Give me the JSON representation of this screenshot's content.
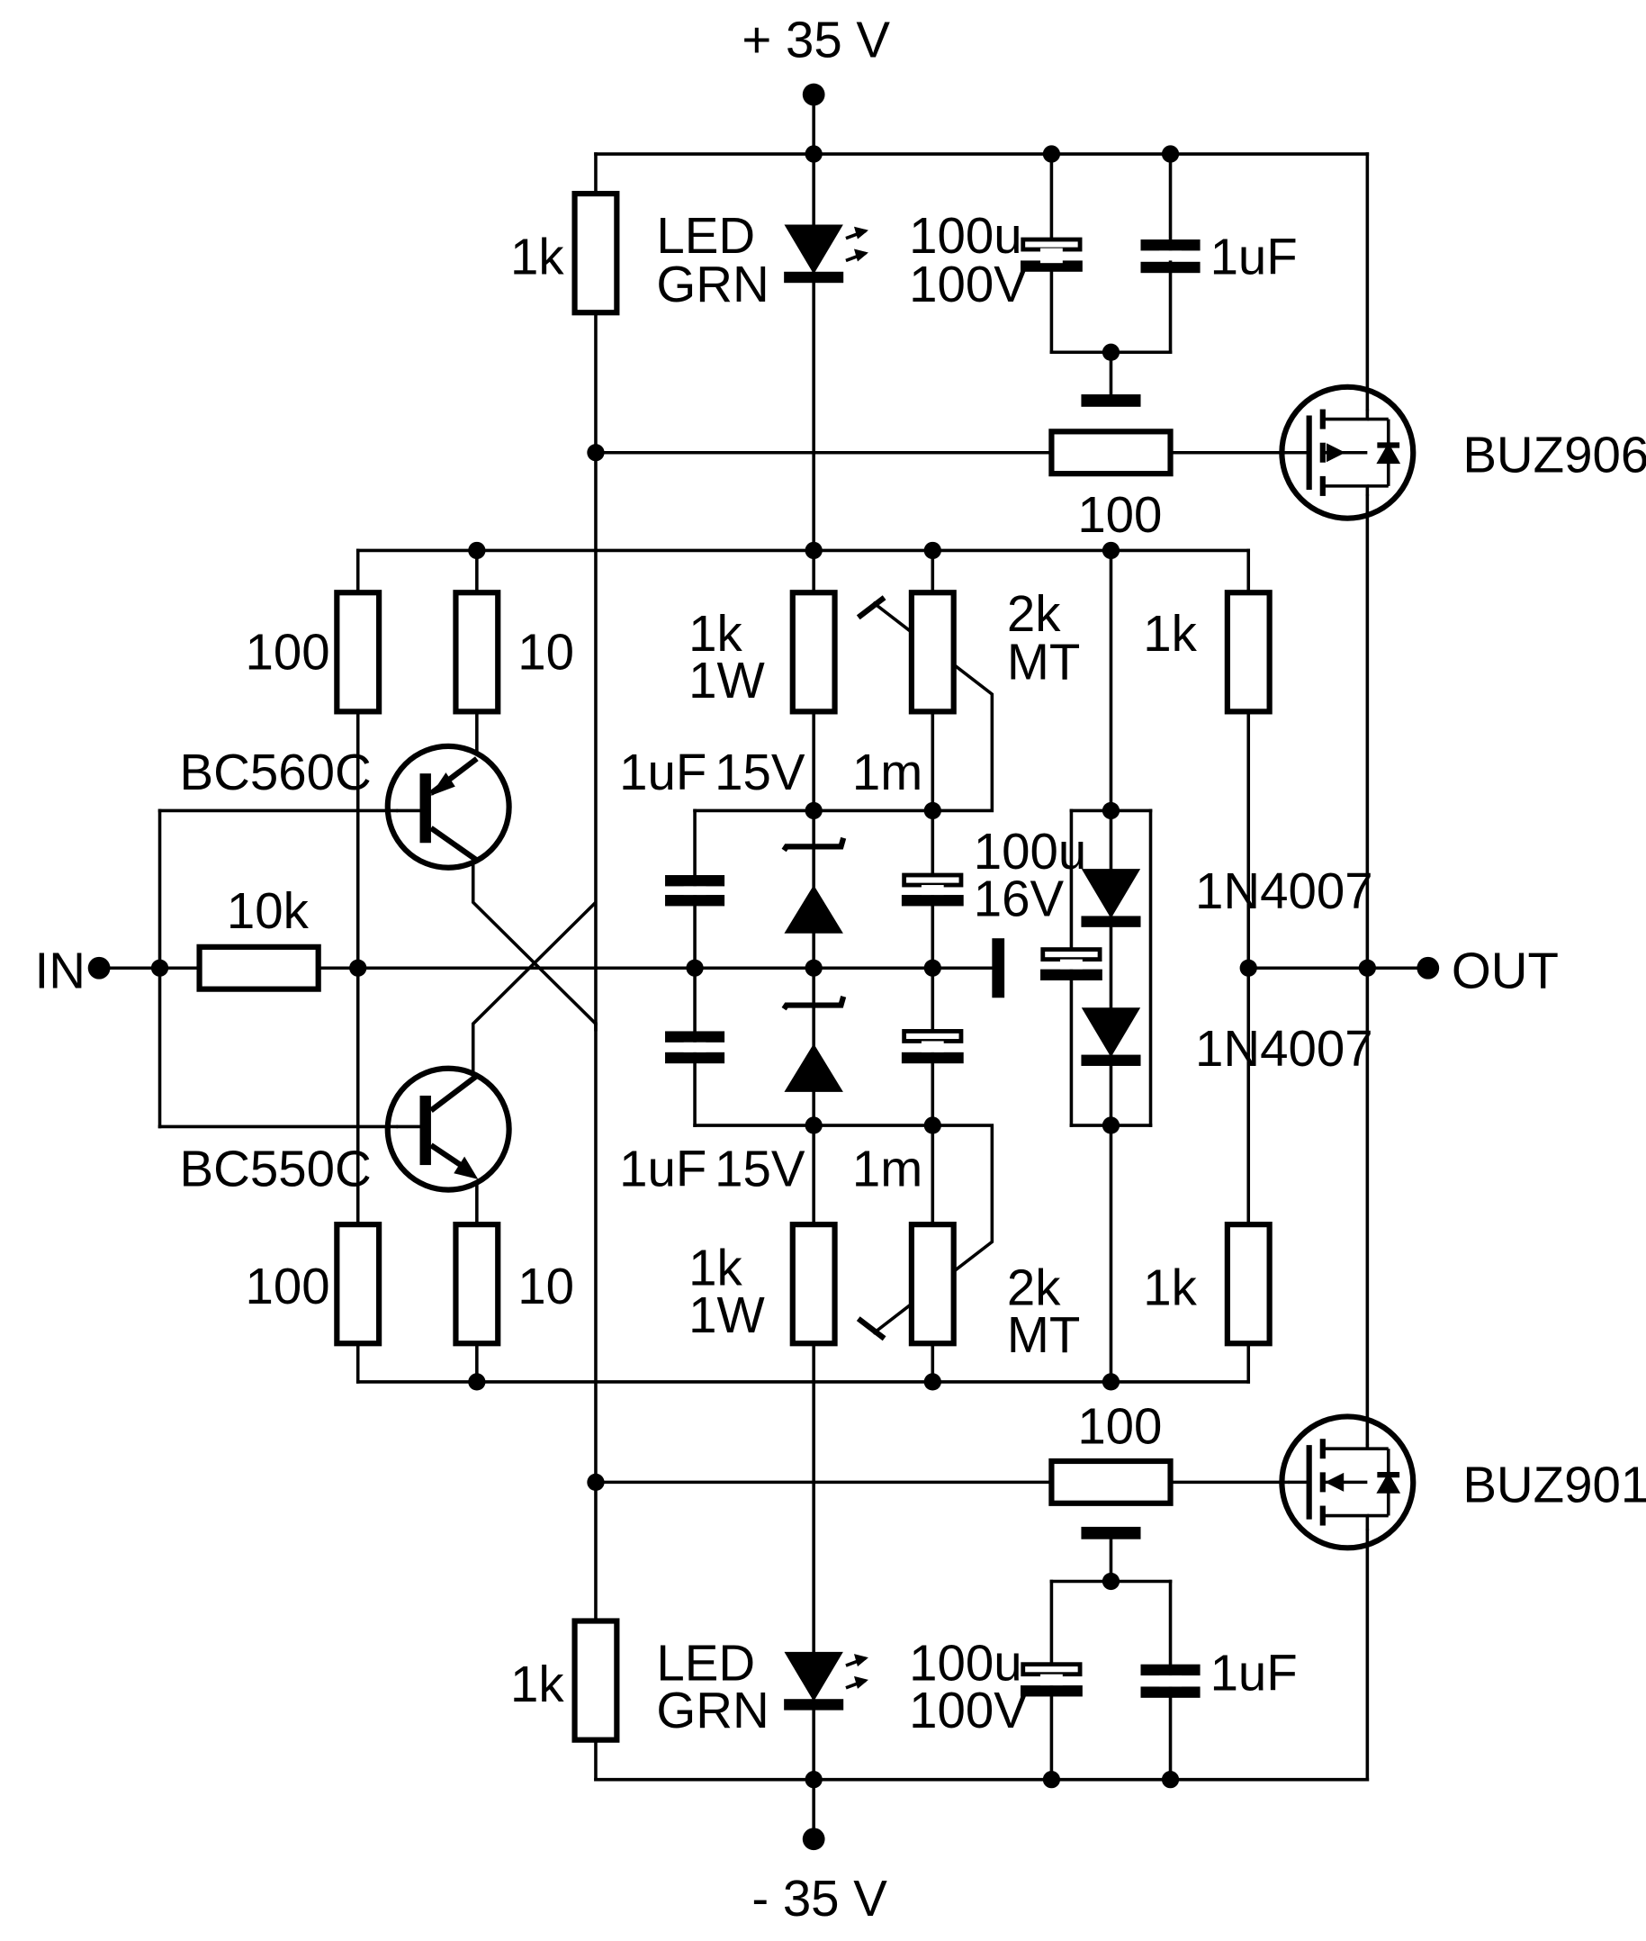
{
  "supply": {
    "pos": "+ 35 V",
    "neg": "- 35 V"
  },
  "io": {
    "in": "IN",
    "out": "OUT"
  },
  "top": {
    "r_bias": "1k",
    "led_line1": "LED",
    "led_line2": "GRN",
    "cap_el_line1": "100u",
    "cap_el_line2": "100V",
    "cap_film": "1uF",
    "r_gate": "100",
    "mosfet": "BUZ906"
  },
  "bottom": {
    "r_bias": "1k",
    "led_line1": "LED",
    "led_line2": "GRN",
    "cap_el_line1": "100u",
    "cap_el_line2": "100V",
    "cap_film": "1uF",
    "r_gate": "100",
    "mosfet": "BUZ901"
  },
  "input_stage": {
    "r_in": "10k",
    "q_top": "BC560C",
    "q_bottom": "BC550C",
    "r_top_left": "100",
    "r_top_right": "10",
    "r_bot_left": "100",
    "r_bot_right": "10"
  },
  "middle": {
    "r_top_line1": "1k",
    "r_top_line2": "1W",
    "r_bot_line1": "1k",
    "r_bot_line2": "1W",
    "pot_top_line1": "2k",
    "pot_top_line2": "MT",
    "pot_bot_line1": "2k",
    "pot_bot_line2": "MT",
    "film_top": "1uF",
    "film_bot": "1uF",
    "zener_top": "15V",
    "zener_bot": "15V",
    "el_top_value": "1m",
    "el_bot_value": "1m",
    "el_center_line1": "100u",
    "el_center_line2": "16V",
    "diode_top": "1N4007",
    "diode_bot": "1N4007",
    "r_right_top": "1k",
    "r_right_bot": "1k"
  }
}
